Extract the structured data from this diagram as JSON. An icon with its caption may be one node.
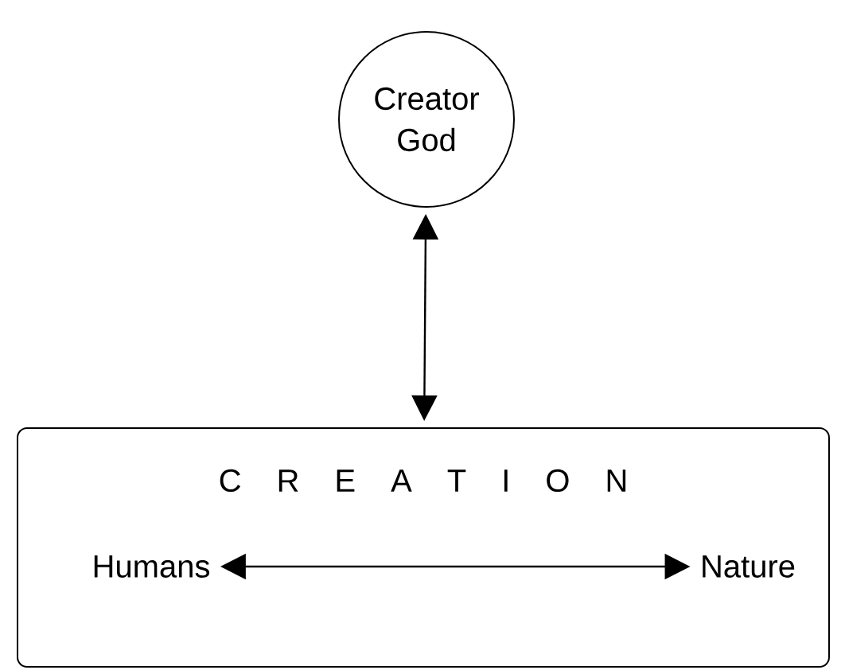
{
  "diagram": {
    "nodes": [
      {
        "text": [
          "Creator God"
        ]
      },
      {
        "text": [
          "C R E A T I O N"
        ]
      },
      {
        "text": [
          "Humans"
        ],
        "in": 1
      },
      {
        "text": [
          "Nature"
        ],
        "in": 1
      }
    ],
    "edges": [
      {
        "from": 0,
        "to": 1,
        "arrow": "both"
      },
      {
        "from": 2,
        "to": 3,
        "arrow": "both"
      }
    ]
  }
}
